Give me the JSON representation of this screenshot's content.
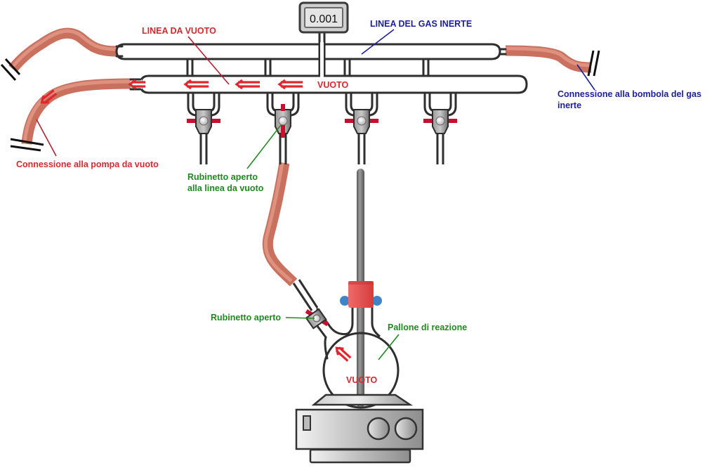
{
  "gauge": {
    "reading": "0.001"
  },
  "labels": {
    "vacuum_line": "LINEA DA VUOTO",
    "inert_gas_line": "LINEA DEL GAS INERTE",
    "vacuum_in_manifold": "VUOTO",
    "vacuum_in_flask": "VUOTO",
    "gas_cylinder_connection_line1": "Connessione alla bombola del gas",
    "gas_cylinder_connection_line2": "inerte",
    "pump_connection": "Connessione alla pompa da vuoto",
    "stopcock_open_vacuum_line1": "Rubinetto aperto",
    "stopcock_open_vacuum_line2": "alla linea da vuoto",
    "stopcock_open": "Rubinetto aperto",
    "reaction_flask": "Pallone di reazione"
  },
  "stopcocks": [
    {
      "id": 1,
      "state": "closed"
    },
    {
      "id": 2,
      "state": "open-to-vacuum"
    },
    {
      "id": 3,
      "state": "closed"
    },
    {
      "id": 4,
      "state": "closed"
    }
  ],
  "colors": {
    "vacuum_text": "#d42a2f",
    "gas_text": "#1b1f9c",
    "note_text": "#1f8a1f",
    "hose": "#c9705e",
    "arrow": "#e3262d",
    "clamp": "#e84a4a",
    "clamp_knob": "#3f84c8"
  }
}
